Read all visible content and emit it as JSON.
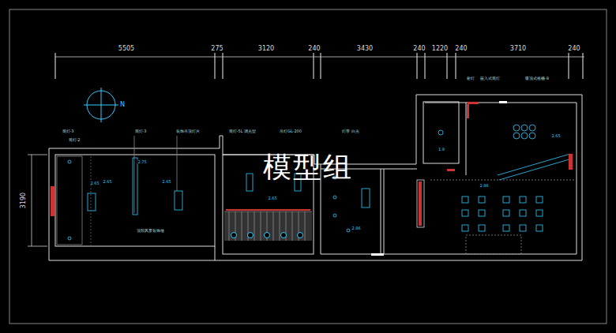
{
  "diagram": {
    "labels": [
      "5505",
      "275",
      "3120",
      "240",
      "3430",
      "240",
      "1220",
      "240",
      "3710",
      "240",
      "3190",
      "N",
      "模型组",
      "筒灯-3",
      "筒灯-2",
      "筒灯-3",
      "装饰吊顶灯片",
      "筒灯-5L 调光型",
      "吊灯GL-200",
      "灯带 白光",
      "射灯",
      "嵌入式筒灯",
      "吸顶式格栅-9",
      "顶部风景装饰墙",
      "2.65",
      "2.75",
      "2.65",
      "2.65",
      "2.65",
      "2.86",
      "1.9",
      "2.86",
      "2.65"
    ]
  }
}
